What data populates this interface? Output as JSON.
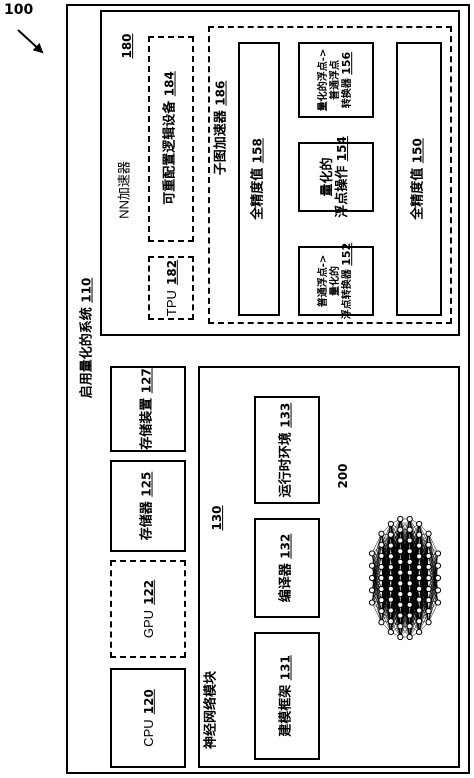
{
  "figure_ref": "100",
  "system": {
    "label": "启用量化的系统",
    "num": "110"
  },
  "cpu": {
    "label": "CPU",
    "num": "120"
  },
  "gpu": {
    "label": "GPU",
    "num": "122"
  },
  "memory": {
    "label": "存储器",
    "num": "125"
  },
  "storage": {
    "label": "存储装置",
    "num": "127"
  },
  "nn_module": {
    "label": "神经网络模块",
    "num": "130"
  },
  "modeling_framework": {
    "label": "建模框架",
    "num": "131"
  },
  "compiler": {
    "label": "编译器",
    "num": "132"
  },
  "runtime": {
    "label": "运行时环境",
    "num": "133"
  },
  "network_ref": "200",
  "nn_accelerator": {
    "label": "NN加速器",
    "num": "180"
  },
  "tpu": {
    "label": "TPU",
    "num": "182"
  },
  "reconfig": {
    "label": "可重配置逻辑设备",
    "num": "184"
  },
  "subgraph": {
    "label": "子图加速器",
    "num": "186"
  },
  "full_precision_left": {
    "label": "全精度值",
    "num": "158"
  },
  "full_precision_right": {
    "label": "全精度值",
    "num": "150"
  },
  "quant_op": {
    "line1": "量化的",
    "line2": "浮点操作",
    "num": "154"
  },
  "conv_top": {
    "line1": "量化的浮点->",
    "line2": "普通浮点",
    "line3": "转换器",
    "num": "156"
  },
  "conv_bottom": {
    "line1": "普通浮点->",
    "line2": "量化的",
    "line3": "浮点转换器",
    "num": "152"
  }
}
